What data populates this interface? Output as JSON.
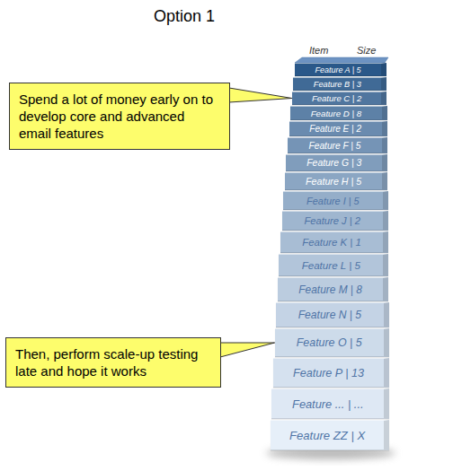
{
  "diagram": {
    "title": "Option 1",
    "nodes": [
      {
        "text": [
          "Spend a lot of money early on to develop core and advanced email features"
        ]
      },
      {
        "text": [
          "Feature A | 5"
        ]
      },
      {
        "text": [
          "Feature B | 3"
        ]
      },
      {
        "text": [
          "Feature C | 2"
        ]
      },
      {
        "text": [
          "Feature D | 8"
        ]
      },
      {
        "text": [
          "Feature E | 2"
        ]
      },
      {
        "text": [
          "Feature F | 5"
        ]
      },
      {
        "text": [
          "Feature G | 3"
        ]
      },
      {
        "text": [
          "Feature H | 5"
        ]
      },
      {
        "text": [
          "Feature I | 5"
        ]
      },
      {
        "text": [
          "Feature J | 2"
        ]
      },
      {
        "text": [
          "Feature K | 1"
        ]
      },
      {
        "text": [
          "Feature L | 5"
        ]
      },
      {
        "text": [
          "Feature M | 8"
        ]
      },
      {
        "text": [
          "Feature N | 5"
        ]
      },
      {
        "text": [
          "Feature O | 5"
        ]
      },
      {
        "text": [
          "Feature P | 13"
        ]
      },
      {
        "text": [
          "Feature ... | ..."
        ]
      },
      {
        "text": [
          "Feature ZZ | X"
        ]
      },
      {
        "text": [
          "Then, perform scale-up testing late and hope it works"
        ]
      }
    ],
    "edges": [
      {
        "from": 0,
        "to": 3,
        "arrow": "none"
      },
      {
        "from": 19,
        "to": 15,
        "arrow": "none"
      }
    ],
    "labels": [
      "Item",
      "Size"
    ]
  }
}
